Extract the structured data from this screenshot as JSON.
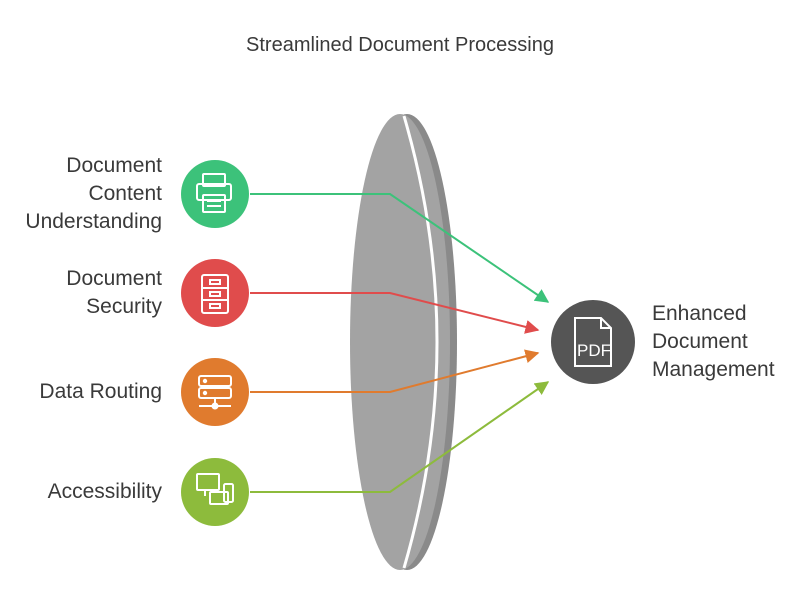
{
  "title": "Streamlined Document Processing",
  "inputs": [
    {
      "label_lines": [
        "Document",
        "Content",
        "Understanding"
      ],
      "icon": "printer-icon",
      "color": "#3cc27a"
    },
    {
      "label_lines": [
        "Document",
        "Security"
      ],
      "icon": "file-cabinet-icon",
      "color": "#e04c4c"
    },
    {
      "label_lines": [
        "Data Routing"
      ],
      "icon": "server-network-icon",
      "color": "#e07b2e"
    },
    {
      "label_lines": [
        "Accessibility"
      ],
      "icon": "devices-icon",
      "color": "#8dbb3c"
    }
  ],
  "output": {
    "label_lines": [
      "Enhanced",
      "Document",
      "Management"
    ],
    "icon": "pdf-document-icon",
    "icon_text": "PDF",
    "color": "#555555"
  },
  "lens": {
    "color": "#9e9e9e"
  }
}
